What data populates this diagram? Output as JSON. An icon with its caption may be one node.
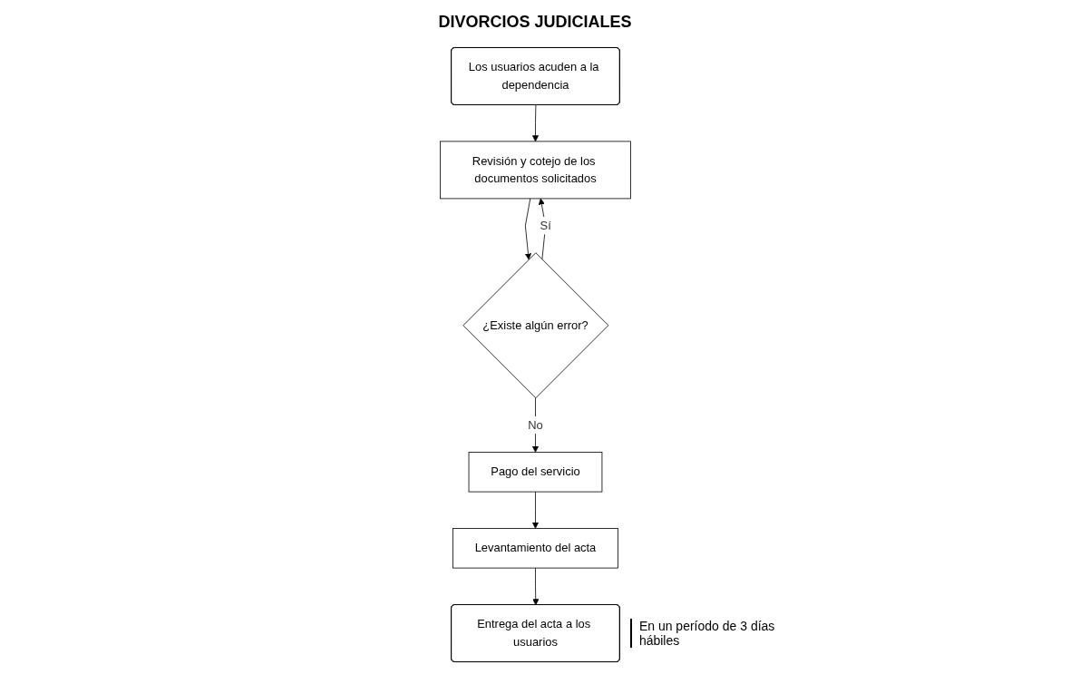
{
  "diagram": {
    "title": "DIVORCIOS JUDICIALES",
    "nodes": [
      {
        "text": [
          "Los usuarios acuden a la dependencia"
        ]
      },
      {
        "text": [
          "Revisión y cotejo de los documentos solicitados"
        ]
      },
      {
        "text": [
          "¿Existe algún error?"
        ]
      },
      {
        "text": [
          "Pago del servicio"
        ]
      },
      {
        "text": [
          "Levantamiento del acta"
        ]
      },
      {
        "text": [
          "Entrega del acta a los usuarios"
        ],
        "beside": [
          "En un período de 3 días hábiles"
        ]
      }
    ],
    "edges": [
      {
        "from": 0,
        "to": 1,
        "arrow": "to"
      },
      {
        "from": 1,
        "to": 2,
        "arrow": "to"
      },
      {
        "from": 2,
        "to": 1,
        "arrow": "to",
        "label": "Sí"
      },
      {
        "from": 2,
        "to": 3,
        "arrow": "to",
        "label": "No"
      },
      {
        "from": 3,
        "to": 4,
        "arrow": "to"
      },
      {
        "from": 4,
        "to": 5,
        "arrow": "to"
      }
    ]
  }
}
